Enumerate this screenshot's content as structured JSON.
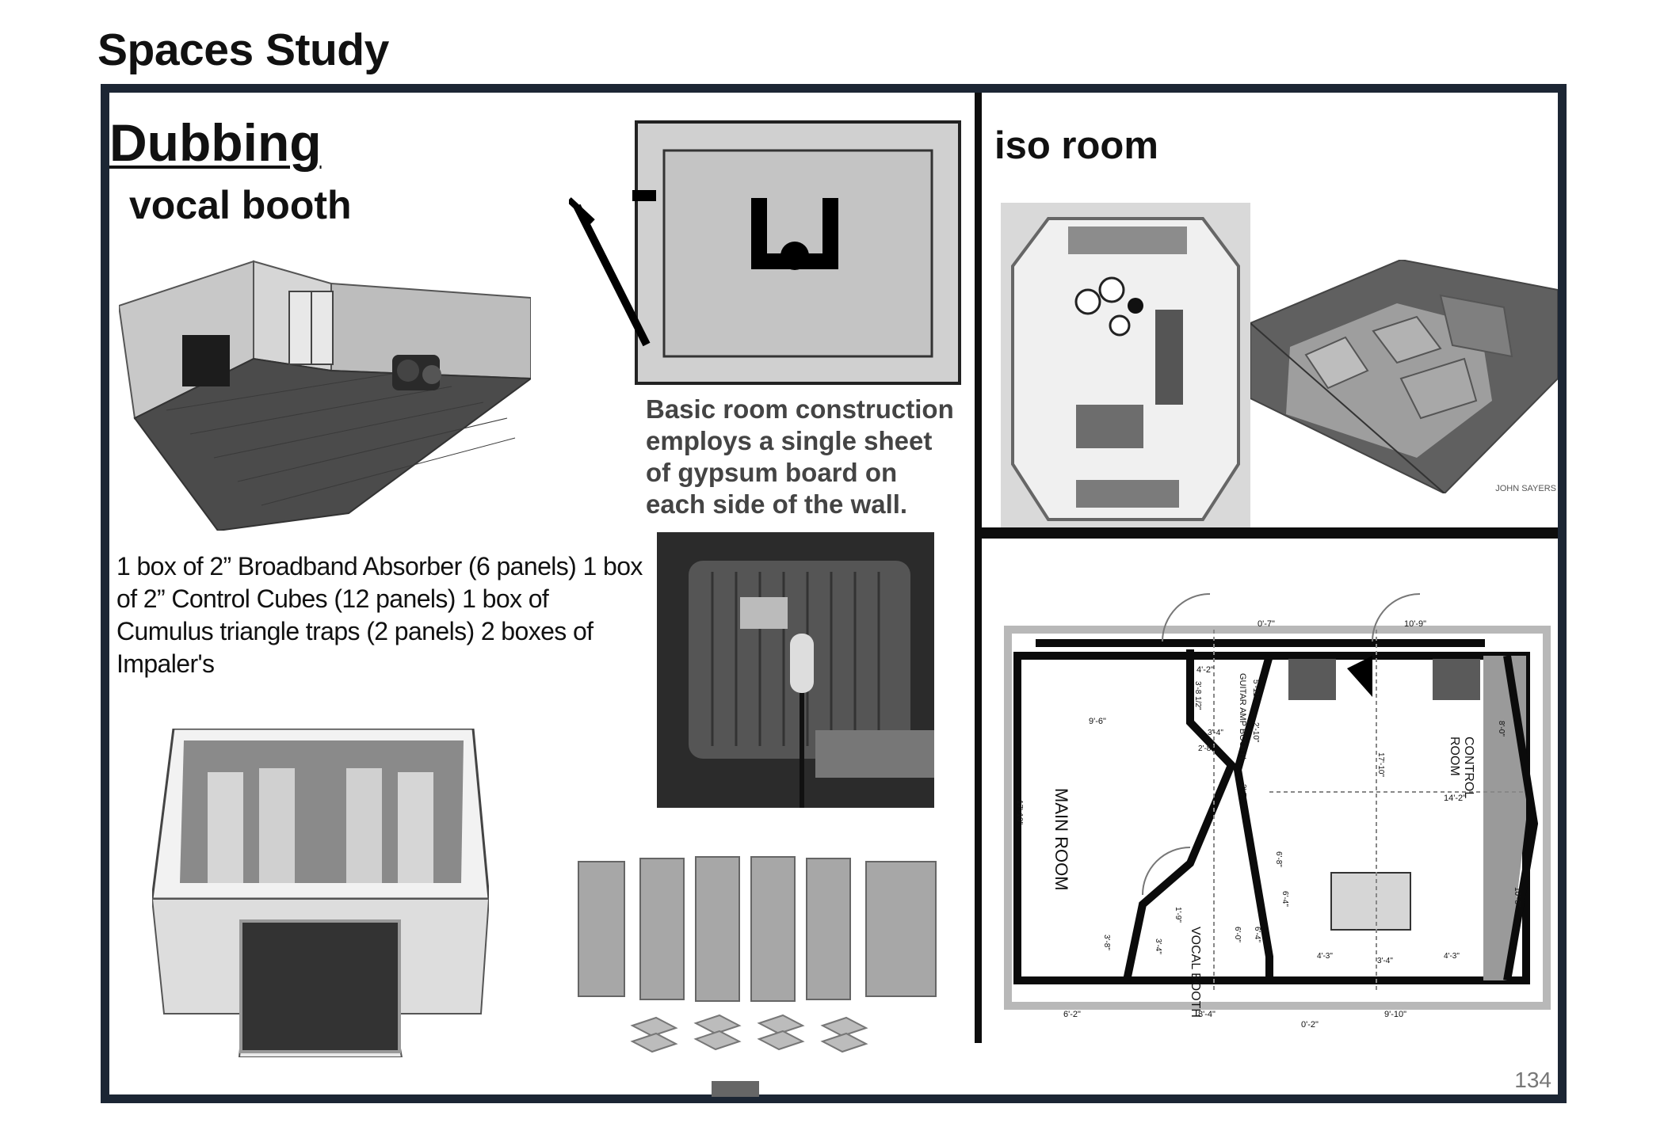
{
  "page_title": "Spaces Study",
  "left": {
    "heading": "Dubbing",
    "subheading": "vocal booth",
    "caption": "Basic room construction employs a single sheet of gypsum board on each side of the wall.",
    "materials_text": "1 box of 2” Broadband Absorber (6 panels) 1 box of 2” Control Cubes (12 panels) 1 box of Cumulus triangle traps (2 panels) 2 boxes of Impaler's"
  },
  "right": {
    "heading": "iso room",
    "render_credit": "JOHN SAYERS",
    "floorplan": {
      "rooms": {
        "main": "MAIN ROOM",
        "control": "CONTROL ROOM",
        "vocal": "VOCAL BOOTH",
        "guitar": "GUITAR AMP BOOTH"
      },
      "dims": {
        "d1": "0'-7\"",
        "d2": "10'-9\"",
        "d3": "4'-2\"",
        "d4": "3'-8 1/2\"",
        "d5": "5'-11\"",
        "d6": "9'-6\"",
        "d7": "2'-10\"",
        "d8": "17'-10\"",
        "d9": "8'-0\"",
        "d10": "3'-4\"",
        "d11": "2'-8\"",
        "d12": "2'-7\"",
        "d13": "14'-2\"",
        "d14": "17'-10\"",
        "d15": "6'-8\"",
        "d16": "6'-4\"",
        "d17": "10'-3\"",
        "d18": "1'-9\"",
        "d19": "3'-4\"",
        "d20": "6'-0\"",
        "d21": "6'-4\"",
        "d22": "4'-3\"",
        "d23": "3'-4\"",
        "d24": "4'-3\"",
        "d25": "3'-8\"",
        "d26": "6'-2\"",
        "d27": "8'-4\"",
        "d28": "9'-10\"",
        "d29": "0'-2\""
      }
    }
  },
  "page_number": "134"
}
